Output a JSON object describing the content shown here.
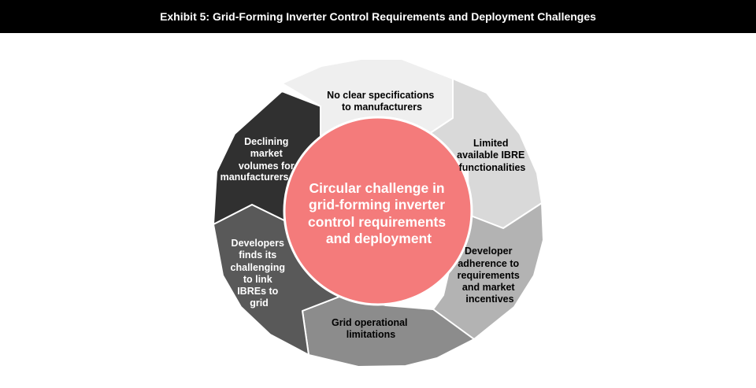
{
  "title": "Exhibit 5: Grid-Forming Inverter Control Requirements and Deployment Challenges",
  "center": {
    "lines": [
      "Circular challenge in",
      "grid-forming inverter",
      "control requirements",
      "and deployment"
    ],
    "color": "#f47b7b"
  },
  "segments": [
    {
      "lines": [
        "No clear specifications",
        "to manufacturers"
      ],
      "fill": "#efefef",
      "text_color": "#000000"
    },
    {
      "lines": [
        "Limited",
        "available IBRE",
        "functionalities"
      ],
      "fill": "#d9d9d9",
      "text_color": "#000000"
    },
    {
      "lines": [
        "Developer",
        "adherence to",
        "requirements",
        "and market",
        "incentives"
      ],
      "fill": "#b3b3b3",
      "text_color": "#000000"
    },
    {
      "lines": [
        "Grid operational",
        "limitations"
      ],
      "fill": "#8c8c8c",
      "text_color": "#000000"
    },
    {
      "lines": [
        "Developers",
        "finds its",
        "challenging",
        "to link",
        "IBREs to",
        "grid"
      ],
      "fill": "#595959",
      "text_color": "#ffffff"
    },
    {
      "lines": [
        "Declining",
        "market",
        "volumes for",
        "manufacturers"
      ],
      "fill": "#303030",
      "text_color": "#ffffff"
    }
  ]
}
